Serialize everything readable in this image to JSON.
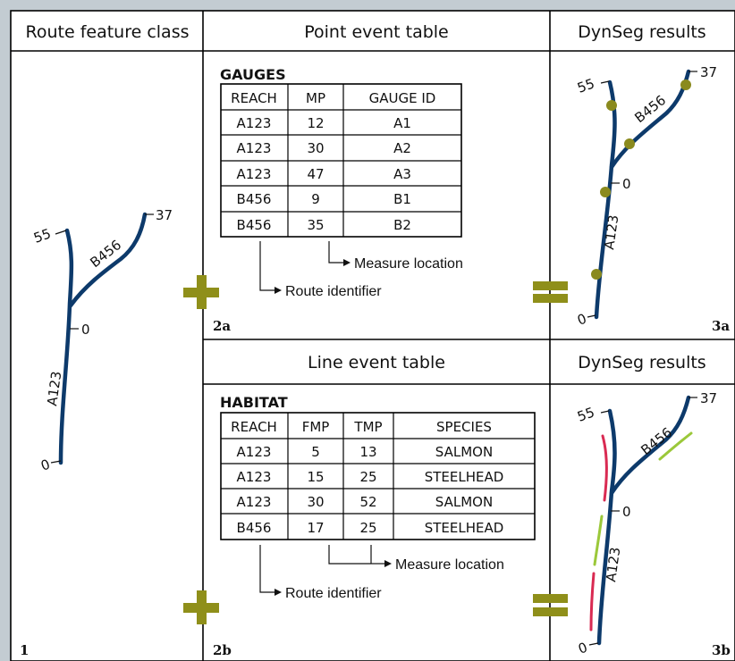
{
  "panels": {
    "route": {
      "title": "Route feature class",
      "number": "1"
    },
    "point": {
      "title": "Point event table",
      "number": "2a"
    },
    "line": {
      "title": "Line event table",
      "number": "2b"
    },
    "dynseg_a": {
      "title": "DynSeg results",
      "number": "3a"
    },
    "dynseg_b": {
      "title": "DynSeg results",
      "number": "3b"
    }
  },
  "route_labels": {
    "a_start": "0",
    "a_end": "55",
    "b_start": "0",
    "b_end": "37",
    "a_name": "A123",
    "b_name": "B456"
  },
  "gauges": {
    "title": "GAUGES",
    "columns": [
      "REACH",
      "MP",
      "GAUGE ID"
    ],
    "rows": [
      [
        "A123",
        "12",
        "A1"
      ],
      [
        "A123",
        "30",
        "A2"
      ],
      [
        "A123",
        "47",
        "A3"
      ],
      [
        "B456",
        "9",
        "B1"
      ],
      [
        "B456",
        "35",
        "B2"
      ]
    ]
  },
  "habitat": {
    "title": "HABITAT",
    "columns": [
      "REACH",
      "FMP",
      "TMP",
      "SPECIES"
    ],
    "rows": [
      [
        "A123",
        "5",
        "13",
        "SALMON"
      ],
      [
        "A123",
        "15",
        "25",
        "STEELHEAD"
      ],
      [
        "A123",
        "30",
        "52",
        "SALMON"
      ],
      [
        "B456",
        "17",
        "25",
        "STEELHEAD"
      ]
    ]
  },
  "annotations": {
    "measure_location": "Measure location",
    "route_identifier": "Route identifier"
  },
  "colors": {
    "route_line": "#0d3a6b",
    "gauge_point": "#8a8a1e",
    "operator": "#8f8f1a",
    "salmon": "#d92a52",
    "steelhead": "#9bc83a",
    "background": "#c3ccd2"
  }
}
